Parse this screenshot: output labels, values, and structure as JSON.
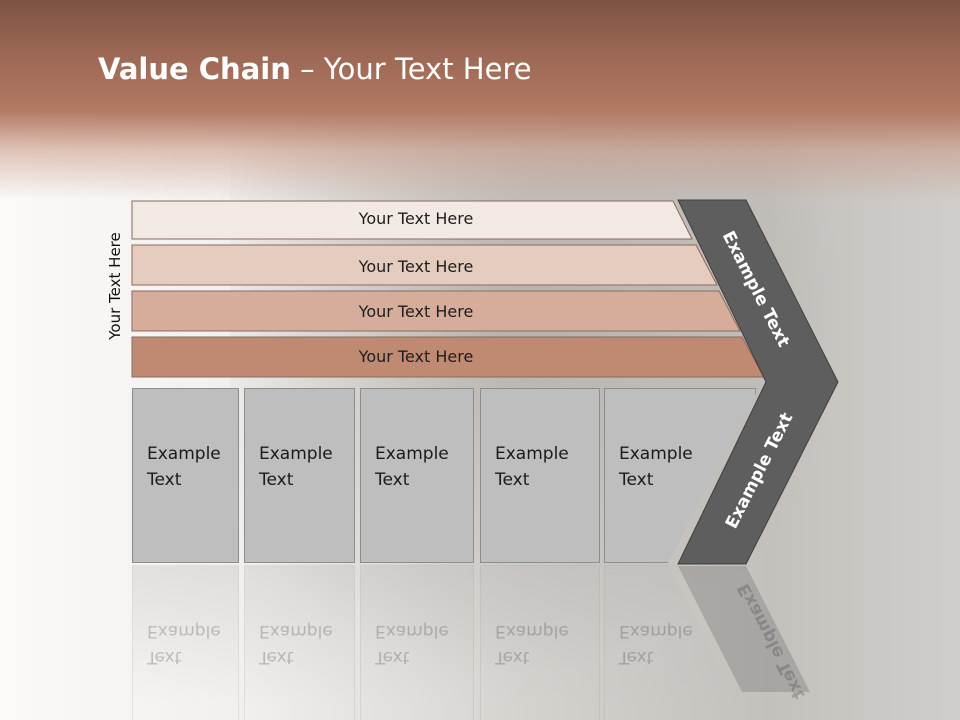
{
  "title": {
    "bold": "Value Chain",
    "rest": " – Your Text Here"
  },
  "side_label": "Your Text Here",
  "rows": [
    {
      "label": "Your Text Here",
      "color": "#f2e8e4"
    },
    {
      "label": "Your Text Here",
      "color": "#e6cbbf"
    },
    {
      "label": "Your Text Here",
      "color": "#d6ad9b"
    },
    {
      "label": "Your Text Here",
      "color": "#bf8a71"
    }
  ],
  "boxes": [
    {
      "line1": "Example",
      "line2": "Text"
    },
    {
      "line1": "Example",
      "line2": "Text"
    },
    {
      "line1": "Example",
      "line2": "Text"
    },
    {
      "line1": "Example",
      "line2": "Text"
    },
    {
      "line1": "Example",
      "line2": "Text"
    }
  ],
  "chevron": {
    "upper": "Example Text",
    "lower": "Example Text",
    "color": "#5e5e5e"
  }
}
